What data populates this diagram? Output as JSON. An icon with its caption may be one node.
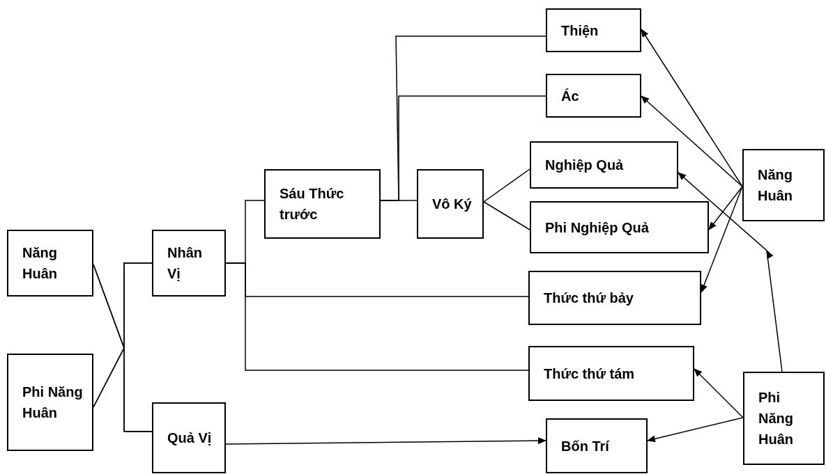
{
  "diagram": {
    "nodes": [
      {
        "text": [
          "Năng Huân"
        ]
      },
      {
        "text": [
          "Phi Năng Huân"
        ]
      },
      {
        "text": [
          "Nhân Vị"
        ]
      },
      {
        "text": [
          "Quả Vị"
        ]
      },
      {
        "text": [
          "Sáu Thức trước"
        ]
      },
      {
        "text": [
          "Vô Ký"
        ]
      },
      {
        "text": [
          "Thiện"
        ]
      },
      {
        "text": [
          "Ác"
        ]
      },
      {
        "text": [
          "Nghiệp Quả"
        ]
      },
      {
        "text": [
          "Phi Nghiệp Quả"
        ]
      },
      {
        "text": [
          "Thức thứ bảy"
        ]
      },
      {
        "text": [
          "Thức thứ tám"
        ]
      },
      {
        "text": [
          "Bốn Trí"
        ]
      },
      {
        "text": [
          "Năng Huân"
        ]
      },
      {
        "text": [
          "Phi Năng Huân"
        ]
      }
    ],
    "edges": [
      {
        "from": 0,
        "to": 2,
        "arrow": "none"
      },
      {
        "from": 0,
        "to": 3,
        "arrow": "none"
      },
      {
        "from": 1,
        "to": 2,
        "arrow": "none"
      },
      {
        "from": 1,
        "to": 3,
        "arrow": "none"
      },
      {
        "from": 2,
        "to": 4,
        "arrow": "none"
      },
      {
        "from": 2,
        "to": 10,
        "arrow": "none"
      },
      {
        "from": 2,
        "to": 11,
        "arrow": "none"
      },
      {
        "from": 4,
        "to": 6,
        "arrow": "none"
      },
      {
        "from": 4,
        "to": 7,
        "arrow": "none"
      },
      {
        "from": 4,
        "to": 5,
        "arrow": "none"
      },
      {
        "from": 5,
        "to": 8,
        "arrow": "none"
      },
      {
        "from": 5,
        "to": 9,
        "arrow": "none"
      },
      {
        "from": 3,
        "to": 12,
        "arrow": "to"
      },
      {
        "from": 13,
        "to": 6,
        "arrow": "to"
      },
      {
        "from": 13,
        "to": 7,
        "arrow": "to"
      },
      {
        "from": 13,
        "to": 9,
        "arrow": "to"
      },
      {
        "from": 13,
        "to": 10,
        "arrow": "to"
      },
      {
        "from": 14,
        "to": 11,
        "arrow": "to"
      },
      {
        "from": 14,
        "to": 12,
        "arrow": "to"
      },
      {
        "from": 14,
        "to": 8,
        "arrow": "to"
      }
    ]
  }
}
